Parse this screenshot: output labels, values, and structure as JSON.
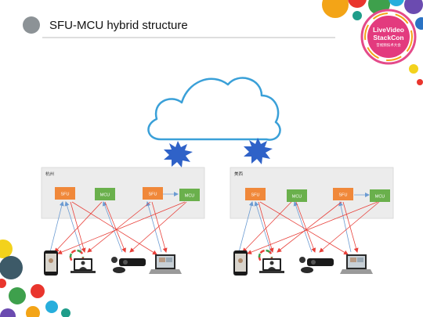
{
  "slide": {
    "title": "SFU-MCU hybrid structure"
  },
  "logo": {
    "line1": "LiveVideo",
    "line2": "StackCon",
    "line3": "音视频技术大会"
  },
  "colors": {
    "sfu": "#f0883a",
    "mcu": "#6ab04c",
    "cloud_stroke": "#3aa0d8",
    "burst": "#2f62c8",
    "link_red": "#e8403a",
    "link_blue": "#6b9bd2",
    "region_bg": "#ececec"
  },
  "regions": [
    {
      "label": "杭州",
      "nodes": [
        "SFU",
        "MCU",
        "SFU",
        "MCU"
      ]
    },
    {
      "label": "美西",
      "nodes": [
        "SFU",
        "MCU",
        "SFU",
        "MCU"
      ]
    }
  ],
  "devices": [
    "smartphone-icon",
    "webrtc-desktop-icon",
    "conference-camera-icon",
    "laptop-icon"
  ]
}
